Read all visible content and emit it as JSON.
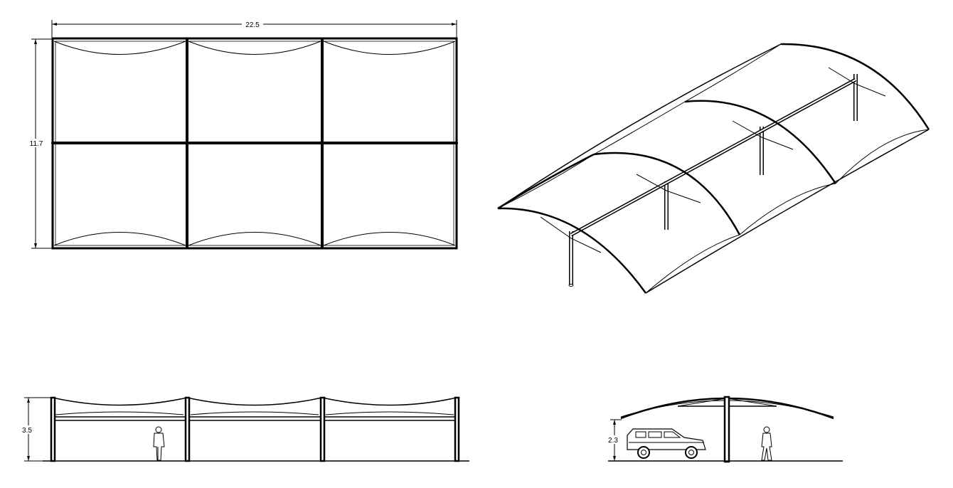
{
  "dimensions": {
    "plan_width": "22.5",
    "plan_depth": "11.7",
    "front_height": "3.5",
    "side_clearance": "2.3"
  },
  "views": [
    "plan",
    "isometric",
    "front-elevation",
    "side-elevation"
  ]
}
